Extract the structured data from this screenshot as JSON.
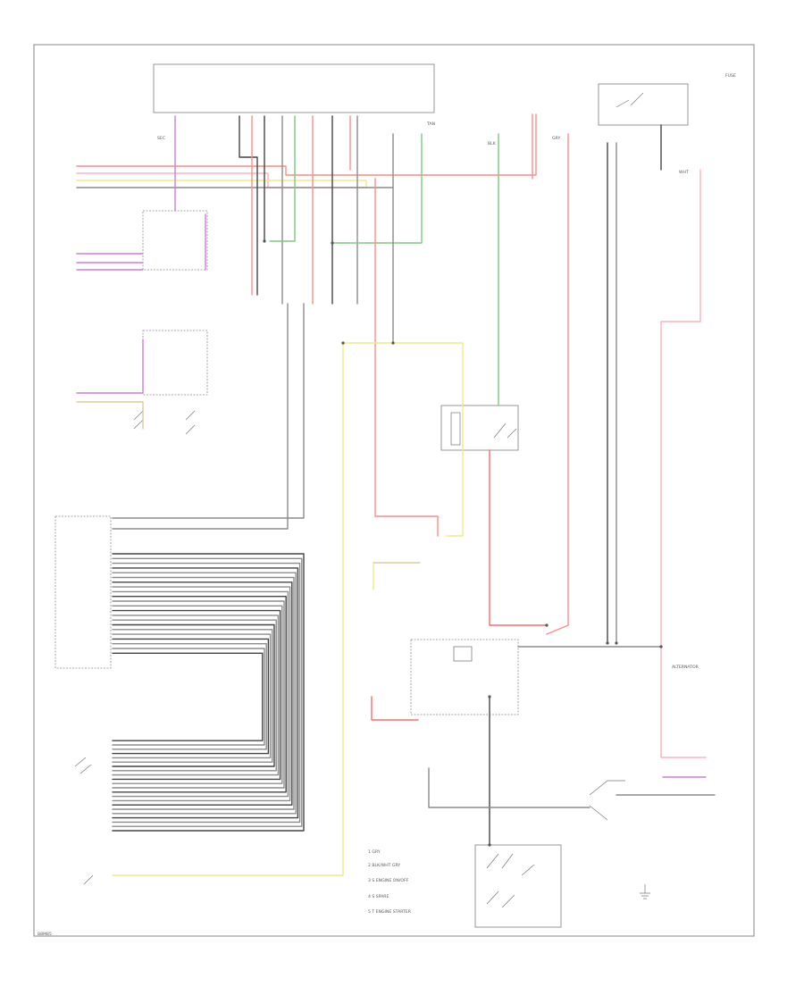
{
  "colors": {
    "red": "#ff8a8a",
    "pink": "#ffb0bd",
    "green": "#7ec87e",
    "yellow": "#ecec8a",
    "violet": "#d17adf",
    "gray": "#8c8c8c",
    "dark": "#444444",
    "thick_red": "#ff6a6a",
    "tan": "#d8cc9a"
  },
  "labels": {
    "footer_code": "B8M85",
    "alternator_label": "ALTERNATOR",
    "fuse_top_right": "FUSE"
  },
  "legend": {
    "items": [
      "1  GRY",
      "2  BLK/WHT GRY",
      "3  S  ENGINE ON/OFF",
      "4  S  SPARE",
      "5  T  ENGINE STARTER"
    ]
  },
  "connector_labels": [
    "SEC",
    "BLK",
    "GRY",
    "TAN",
    "WHT"
  ],
  "grid_rows": 22
}
